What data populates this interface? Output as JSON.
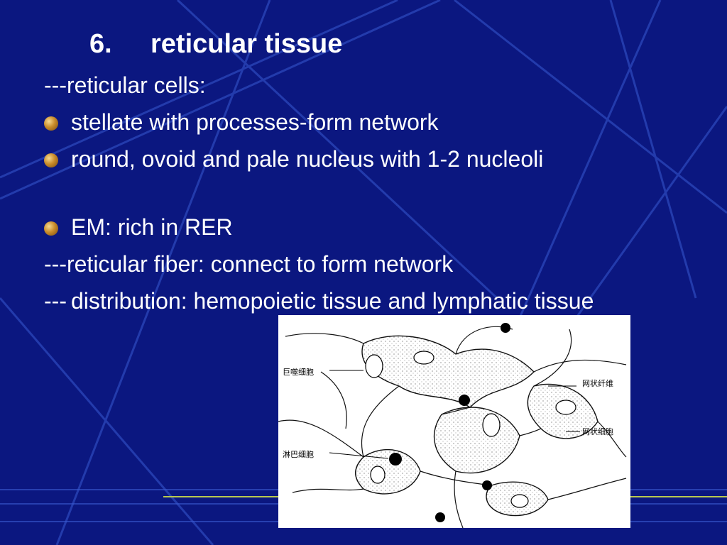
{
  "slide": {
    "title_number": "6.",
    "title_text": "reticular tissue",
    "lines": {
      "cells_heading": "---reticular cells:",
      "bullet_1": "stellate with processes-form network",
      "bullet_2": "round, ovoid and pale nucleus with 1-2 nucleoli",
      "bullet_3": "EM: rich in RER",
      "fiber": "---reticular fiber: connect to form network",
      "distribution_dash": "---",
      "distribution": "distribution: hemopoietic tissue and lymphatic tissue"
    }
  },
  "figure": {
    "labels": {
      "macrophage": "巨噬细胞",
      "reticular_fiber": "网状纤维",
      "reticular_cell": "网状细胞",
      "lymphocyte": "淋巴细胞"
    }
  },
  "colors": {
    "background": "#0b1780",
    "text": "#ffffff",
    "bullet": "#c98c2a"
  }
}
